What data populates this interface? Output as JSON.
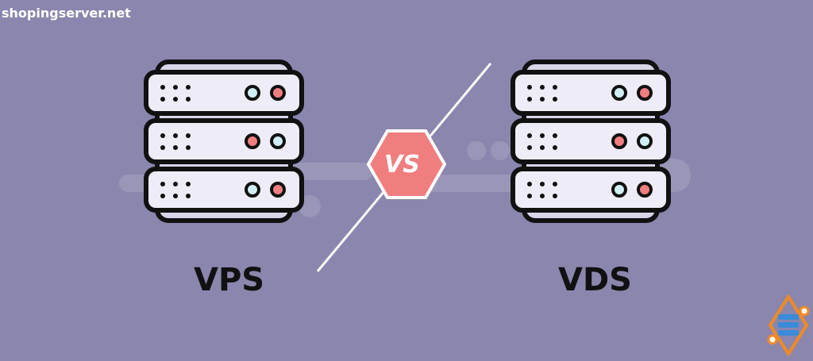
{
  "site": {
    "label": "shopingserver.net"
  },
  "comparison": {
    "left": {
      "label": "VPS"
    },
    "badge": {
      "label": "VS"
    },
    "right": {
      "label": "VDS"
    }
  },
  "icons": {
    "left": "server-rack-icon",
    "right": "server-rack-icon",
    "badge": "hexagon-badge",
    "logo": "brand-logo-icon"
  },
  "colors": {
    "background": "#8A86AE",
    "server_body": "#EEEDF7",
    "outline": "#111111",
    "led_blue": "#CFEFF5",
    "led_red": "#F07E7E",
    "badge": "#F07E7E",
    "logo_orange": "#F08A24",
    "logo_blue": "#3B8BD8"
  }
}
